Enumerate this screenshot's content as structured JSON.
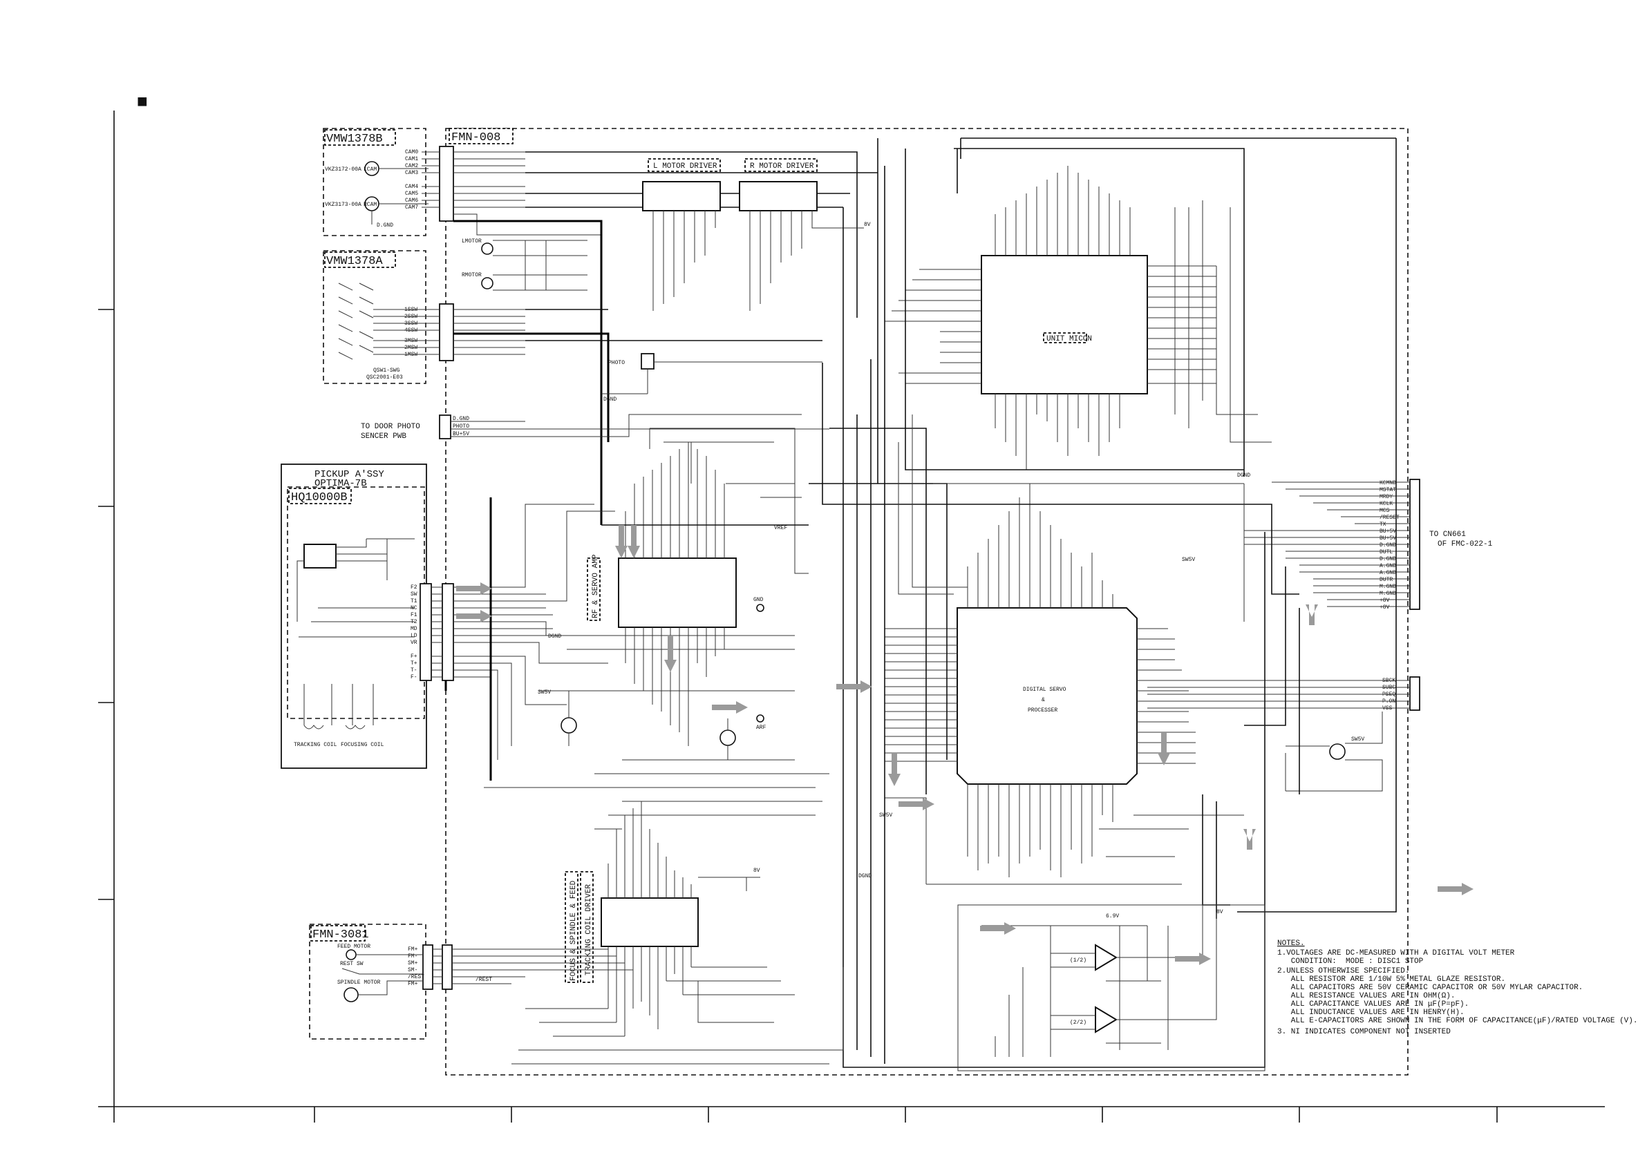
{
  "header": {
    "marker": "■"
  },
  "blocks": {
    "vmw1378b": {
      "title": "VMW1378B",
      "lcam_label": "LCAM",
      "lcam_part": "VKZ3172-00A",
      "rcam_label": "RCAM",
      "rcam_part": "VKZ3173-00A",
      "dgnd": "D.GND",
      "pins": [
        "CAM0",
        "CAM1",
        "CAM2",
        "CAM3",
        "CAM4",
        "CAM5",
        "CAM6",
        "CAM7"
      ]
    },
    "vmw1378a": {
      "title": "VMW1378A",
      "sw_part": "QSW1-SWG",
      "sw_part2": "QSC2001-E03",
      "pins": [
        "1SSW",
        "2SSW",
        "3SSW",
        "4SSW",
        "3MSW",
        "2MSW",
        "1MSW"
      ]
    },
    "fmn008": {
      "title": "FMN-008"
    },
    "lmotor_driver": {
      "label": "L MOTOR DRIVER"
    },
    "rmotor_driver": {
      "label": "R MOTOR DRIVER"
    },
    "lmotor": "LMOTOR",
    "rmotor": "RMOTOR",
    "photo": "PHOTO",
    "door_photo": {
      "line1": "TO DOOR PHOTO",
      "line2": "SENCER PWB",
      "pins": [
        "D.GND",
        "PHOTO",
        "BU+5V"
      ]
    },
    "pickup": {
      "title1": "PICKUP A'SSY",
      "title2": "OPTIMA-7B",
      "part": "HQ10000B",
      "pins": [
        "F2",
        "SW",
        "T1",
        "NC",
        "F1",
        "T2",
        "MD",
        "LD",
        "VR",
        "F+",
        "T+",
        "T-",
        "F-"
      ],
      "tracking_coil": "TRACKING COIL",
      "focusing_coil": "FOCUSING COIL"
    },
    "rf_amp": {
      "label": "RF & SERVO AMP"
    },
    "unit_micon": {
      "label": "UNIT MICON"
    },
    "dsp": {
      "line1": "DIGITAL SERVO",
      "line2": "&",
      "line3": "PROCESSER"
    },
    "focus_driver": {
      "line1": "FOCUS & SPINDLE & FEED",
      "line2": "TRACKING COIL DRIVER"
    },
    "fmn3081": {
      "title": "FMN-3081",
      "feed_motor": "FEED MOTOR",
      "rest_sw": "REST SW",
      "spindle_motor": "SPINDLE MOTOR",
      "pins": [
        "FM+",
        "FM-",
        "SM+",
        "SM-",
        "/REST",
        "FM+"
      ],
      "net": "/REST"
    },
    "connector": {
      "pins": [
        "KCMND",
        "MSTAT",
        "MRDY",
        "KCLK",
        "MCS",
        "/RESET",
        "TX",
        "BU+5V",
        "BU+5V",
        "D.GND",
        "DUTL",
        "D.GND",
        "A.GND",
        "A.GND",
        "DUTR",
        "M.GND",
        "M.GND",
        "+8V",
        "+8V"
      ],
      "pins2": [
        "SBCK",
        "SUBC",
        "PSEQ",
        "P.ON",
        "VSS"
      ],
      "target_line1": "TO CN661",
      "target_line2": "OF FMC-022-1"
    },
    "nets": {
      "v8": "8V",
      "v5sw": "SW5V",
      "dgnd": "DGND",
      "vref": "VREF",
      "gnd": "GND",
      "arf": "ARF",
      "icsv": "(1/2)",
      "icsv2": "(2/2)",
      "tx_v": "8V",
      "ic3v": "6.9V"
    }
  },
  "notes": {
    "title": "NOTES.",
    "lines": [
      "1.VOLTAGES ARE DC-MEASURED WITH A DIGITAL VOLT METER",
      "   CONDITION:  MODE : DISC1 STOP",
      "2.UNLESS OTHERWISE SPECIFIED.",
      "   ALL RESISTOR ARE 1/10W 5% METAL GLAZE RESISTOR.",
      "   ALL CAPACITORS ARE 50V CERAMIC CAPACITOR OR 50V MYLAR CAPACITOR.",
      "   ALL RESISTANCE VALUES ARE IN OHM(Ω).",
      "   ALL CAPACITANCE VALUES ARE IN μF(P=pF).",
      "   ALL INDUCTANCE VALUES ARE IN HENRY(H).",
      "   ALL E-CAPACITORS ARE SHOWN IN THE FORM OF CAPACITANCE(μF)/RATED VOLTAGE (V).",
      "3. NI INDICATES COMPONENT NOT INSERTED"
    ]
  },
  "colors": {
    "ink": "#111111",
    "arrow": "#9a9a9a",
    "paper": "#ffffff"
  }
}
